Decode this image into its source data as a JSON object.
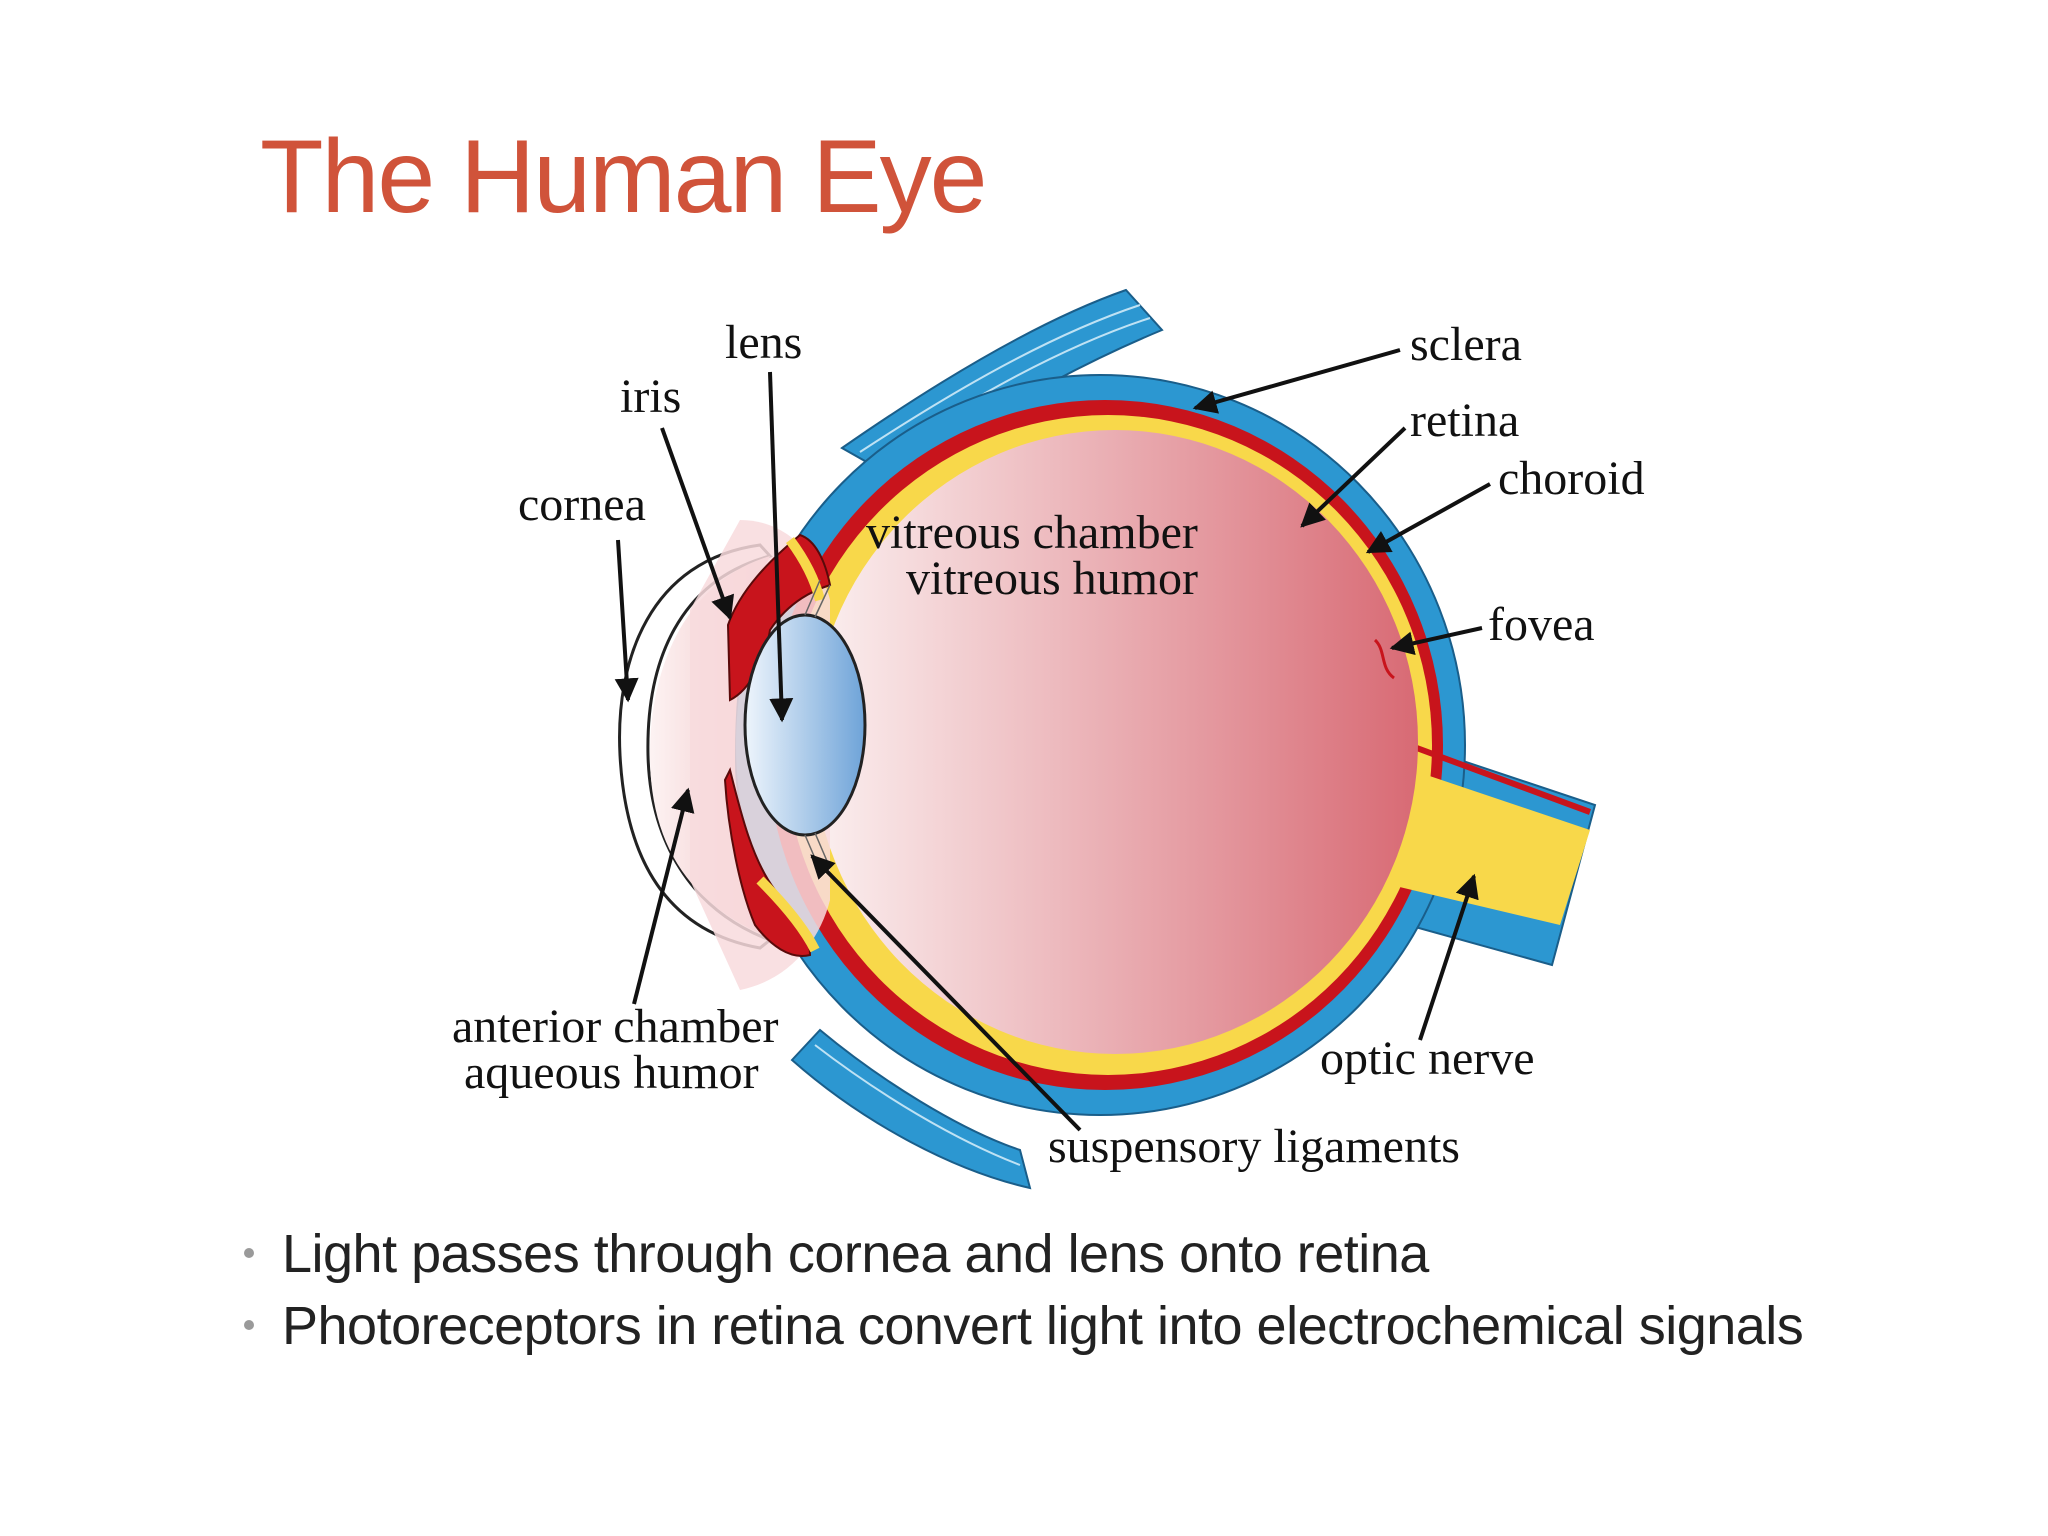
{
  "title": "The Human Eye",
  "labels": {
    "lens": "lens",
    "iris": "iris",
    "cornea": "cornea",
    "sclera": "sclera",
    "retina": "retina",
    "choroid": "choroid",
    "fovea": "fovea",
    "vitreous_chamber": "vitreous chamber",
    "vitreous_humor": "vitreous humor",
    "anterior_chamber": "anterior chamber",
    "aqueous_humor": "aqueous humor",
    "optic_nerve": "optic nerve",
    "suspensory_ligaments": "suspensory ligaments"
  },
  "bullets": [
    "Light passes through cornea and lens onto retina",
    "Photoreceptors in retina convert light into electrochemical signals"
  ],
  "colors": {
    "title": "#d0533a",
    "sclera": "#2c97d1",
    "choroid": "#c8141c",
    "retina": "#f8d84a",
    "vitreous_light": "#f7e3e3",
    "vitreous_dark": "#d86a74",
    "lens_light": "#e6f0fa",
    "lens_dark": "#6ea3d8"
  }
}
